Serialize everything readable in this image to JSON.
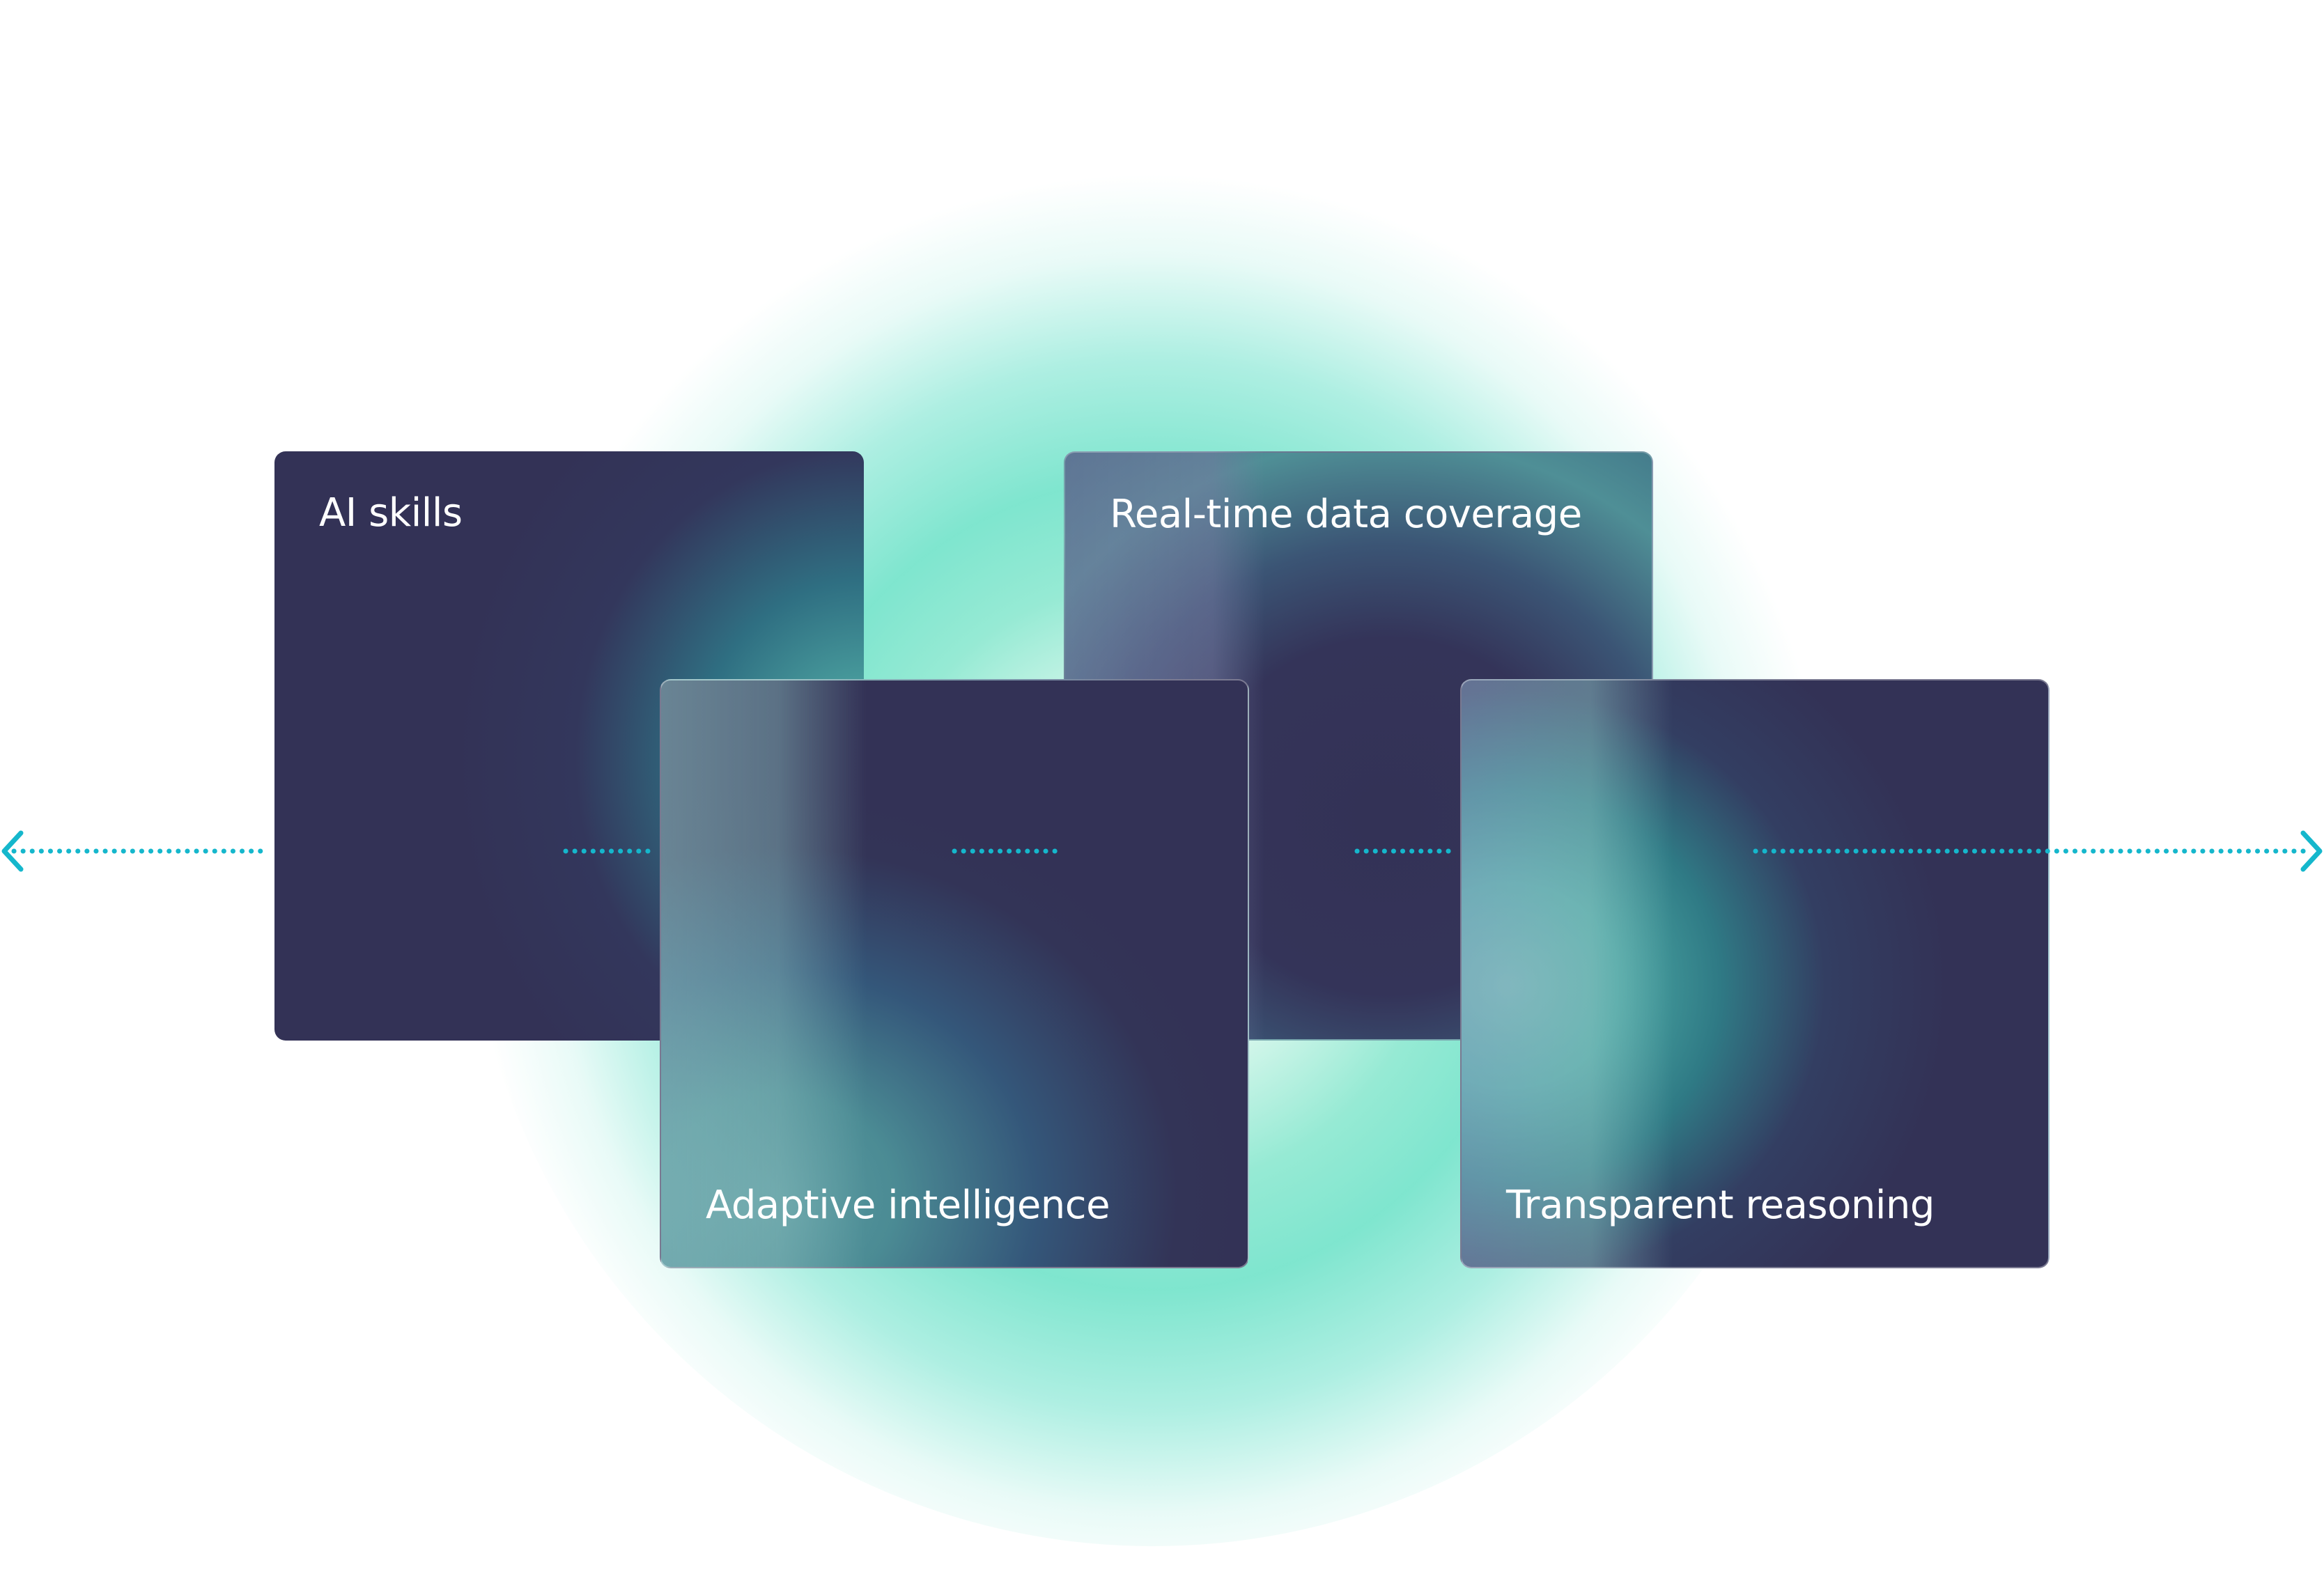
{
  "cards": [
    {
      "label": "AI skills"
    },
    {
      "label": "Adaptive intelligence"
    },
    {
      "label": "Real-time data coverage"
    },
    {
      "label": "Transparent reasoning"
    }
  ],
  "colors": {
    "connector": "#15b7cc",
    "card_base": "#333256",
    "glow": "#7fe3c9",
    "label": "#ffffff"
  },
  "icons": {
    "left_arrow": "chevron-left-icon",
    "right_arrow": "chevron-right-icon"
  }
}
